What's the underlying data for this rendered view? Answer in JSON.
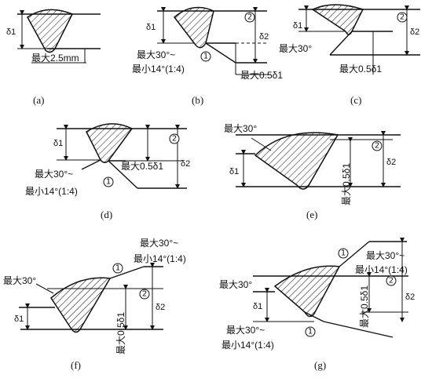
{
  "labels": {
    "max_2_5mm": "最大2.5mm",
    "max_30": "最大30°",
    "max_30_tilde": "最大30°~",
    "min_14": "最小14°(1:4)",
    "max_half_d1": "最大0.5δ1",
    "d1": "δ1",
    "d2": "δ2",
    "n1": "①",
    "n2": "②"
  },
  "captions": [
    "(a)",
    "(b)",
    "(c)",
    "(d)",
    "(e)",
    "(f)",
    "(g)"
  ]
}
